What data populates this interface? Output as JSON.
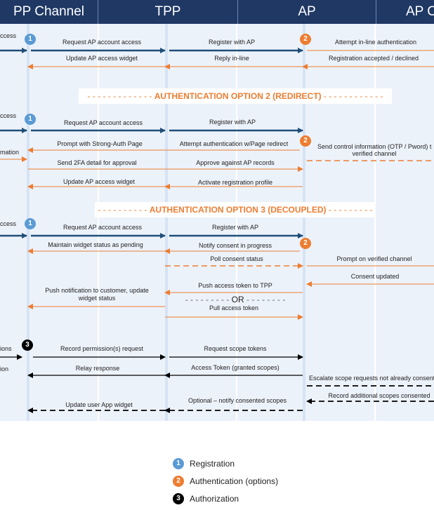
{
  "headers": [
    "PP Channel",
    "TPP",
    "AP",
    "AP C"
  ],
  "colors": {
    "header_bg": "#1f3864",
    "lane_bg": "#ecf2fa",
    "blue": "#1f4e79",
    "orange": "#ed7d31",
    "black": "#000000",
    "badge_blue": "#5b9bd5"
  },
  "section1": {
    "left_stub": "ccess",
    "labels": {
      "request": "Request AP account access",
      "register": "Register with AP",
      "attempt": "Attempt in-line authentication",
      "update": "Update AP access widget",
      "reply": "Reply in-line",
      "accepted": "Registration accepted / declined"
    }
  },
  "section2": {
    "title": "AUTHENTICATION OPTION 2 (REDIRECT)",
    "left_stub1": "ccess",
    "left_stub2": "mation",
    "labels": {
      "request": "Request AP account access",
      "register": "Register with AP",
      "prompt": "Prompt with Strong-Auth Page",
      "attempt": "Attempt authentication w/Page redirect",
      "send_control_1": "Send control information (OTP / Pword) t",
      "send_control_2": "verified channel",
      "send_2fa": "Send 2FA detail for approval",
      "approve": "Approve against AP records",
      "update": "Update AP access widget",
      "activate": "Activate registration profile"
    }
  },
  "section3": {
    "title": "AUTHENTICATION OPTION 3 (DECOUPLED)",
    "left_stub": "ccess",
    "labels": {
      "request": "Request AP account access",
      "register": "Register with AP",
      "maintain": "Maintain widget status as pending",
      "notify": "Notify consent in progress",
      "poll": "Poll consent status",
      "prompt_verified": "Prompt on verified channel",
      "consent_updated": "Consent updated",
      "push_token": "Push access token to TPP",
      "push_notif_1": "Push notification to customer, update",
      "push_notif_2": "widget status",
      "or": "OR",
      "pull_token": "Pull access token"
    }
  },
  "section4": {
    "left_stub1": "ions",
    "left_stub2": "ion",
    "labels": {
      "record_perm": "Record permission(s) request",
      "request_scope": "Request scope tokens",
      "relay": "Relay response",
      "access_token": "Access Token (granted scopes)",
      "escalate": "Escalate scope requests not already consent",
      "record_additional": "Record additional scopes consented",
      "update_user": "Update user App widget",
      "optional": "Optional – notify consented scopes"
    }
  },
  "badges": {
    "one": "1",
    "two": "2",
    "three": "3"
  },
  "legend": {
    "registration": "Registration",
    "authentication": "Authentication (options)",
    "authorization": "Authorization"
  }
}
